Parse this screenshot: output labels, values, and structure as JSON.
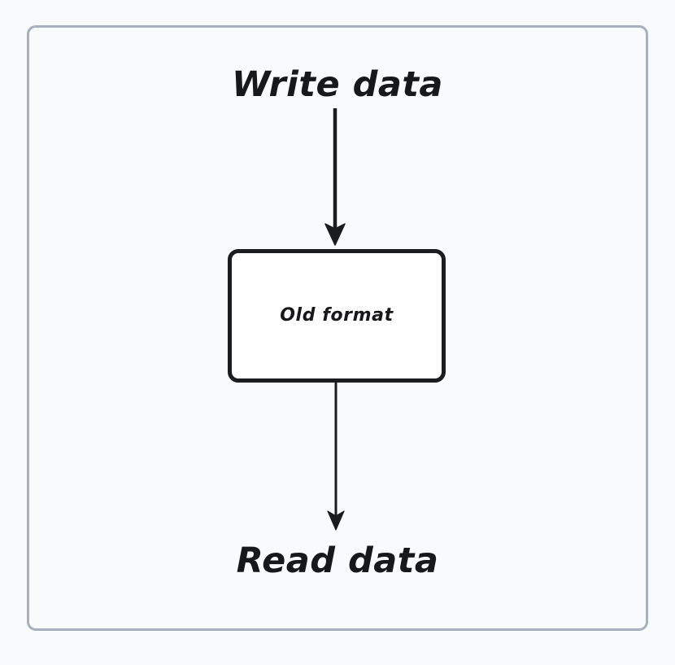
{
  "diagram": {
    "title_top": "Write data",
    "title_bottom": "Read data",
    "box_label": "Old format",
    "colors": {
      "page_background": "#f8f9fb",
      "frame_border": "#a8b0bd",
      "frame_fill": "#f9fafc",
      "box_border": "#1b1c1e",
      "box_fill": "#ffffff",
      "arrow": "#1b1c1e",
      "text": "#17181a"
    },
    "nodes": [
      {
        "id": "write-data",
        "label": "Write data",
        "type": "text-label"
      },
      {
        "id": "old-format",
        "label": "Old format",
        "type": "process-box"
      },
      {
        "id": "read-data",
        "label": "Read data",
        "type": "text-label"
      }
    ],
    "edges": [
      {
        "id": "write-to-box",
        "from": "write-data",
        "to": "old-format",
        "direction": "down",
        "style": "solid-thick-arrow"
      },
      {
        "id": "box-to-read",
        "from": "old-format",
        "to": "read-data",
        "direction": "down",
        "style": "solid-thin-arrow"
      }
    ]
  }
}
